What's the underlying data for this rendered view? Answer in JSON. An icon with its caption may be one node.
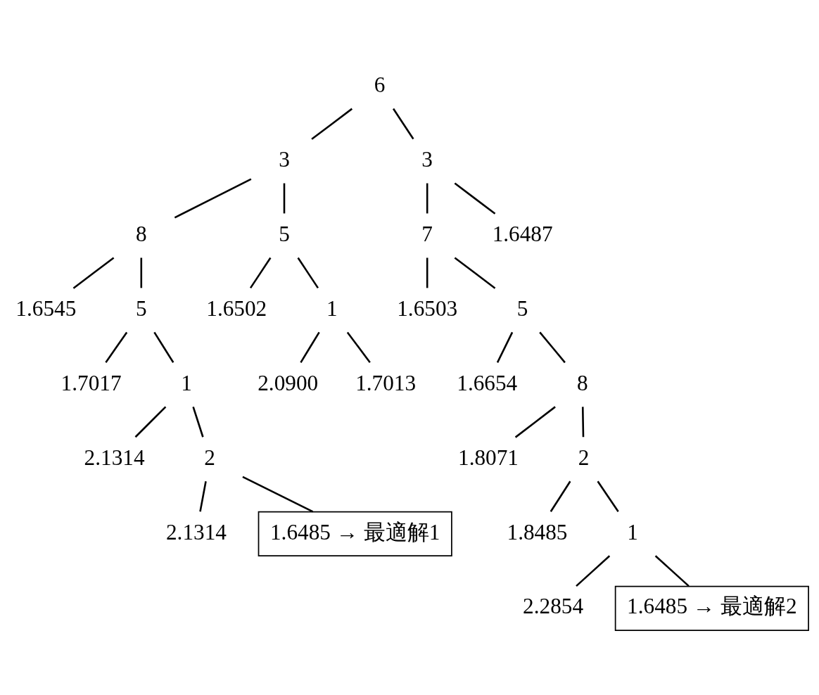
{
  "diagram": {
    "nodes": [
      {
        "text": [
          "6"
        ]
      },
      {
        "text": [
          "3"
        ]
      },
      {
        "text": [
          "3"
        ]
      },
      {
        "text": [
          "8"
        ]
      },
      {
        "text": [
          "5"
        ]
      },
      {
        "text": [
          "7"
        ]
      },
      {
        "text": [
          "1.6487"
        ]
      },
      {
        "text": [
          "1.6545"
        ]
      },
      {
        "text": [
          "5"
        ]
      },
      {
        "text": [
          "1.6502"
        ]
      },
      {
        "text": [
          "1"
        ]
      },
      {
        "text": [
          "1.6503"
        ]
      },
      {
        "text": [
          "5"
        ]
      },
      {
        "text": [
          "1.7017"
        ]
      },
      {
        "text": [
          "1"
        ]
      },
      {
        "text": [
          "2.0900"
        ]
      },
      {
        "text": [
          "1.7013"
        ]
      },
      {
        "text": [
          "1.6654"
        ]
      },
      {
        "text": [
          "8"
        ]
      },
      {
        "text": [
          "2.1314"
        ]
      },
      {
        "text": [
          "2"
        ]
      },
      {
        "text": [
          "1.8071"
        ]
      },
      {
        "text": [
          "2"
        ]
      },
      {
        "text": [
          "1.8485"
        ]
      },
      {
        "text": [
          "1"
        ]
      },
      {
        "text": [
          "2.1314"
        ]
      },
      {
        "text": [
          "1.6485 → 最適解1"
        ]
      },
      {
        "text": [
          "2.2854"
        ]
      },
      {
        "text": [
          "1.6485 → 最適解2"
        ]
      }
    ],
    "edges": [
      {
        "from": 0,
        "to": 1,
        "arrow": "none"
      },
      {
        "from": 0,
        "to": 2,
        "arrow": "none"
      },
      {
        "from": 1,
        "to": 3,
        "arrow": "none"
      },
      {
        "from": 1,
        "to": 4,
        "arrow": "none"
      },
      {
        "from": 3,
        "to": 7,
        "arrow": "none"
      },
      {
        "from": 3,
        "to": 8,
        "arrow": "none"
      },
      {
        "from": 4,
        "to": 9,
        "arrow": "none"
      },
      {
        "from": 4,
        "to": 10,
        "arrow": "none"
      },
      {
        "from": 8,
        "to": 13,
        "arrow": "none"
      },
      {
        "from": 8,
        "to": 14,
        "arrow": "none"
      },
      {
        "from": 10,
        "to": 15,
        "arrow": "none"
      },
      {
        "from": 10,
        "to": 16,
        "arrow": "none"
      },
      {
        "from": 14,
        "to": 19,
        "arrow": "none"
      },
      {
        "from": 14,
        "to": 20,
        "arrow": "none"
      },
      {
        "from": 20,
        "to": 25,
        "arrow": "none"
      },
      {
        "from": 20,
        "to": 26,
        "arrow": "none"
      },
      {
        "from": 2,
        "to": 5,
        "arrow": "none"
      },
      {
        "from": 2,
        "to": 6,
        "arrow": "none"
      },
      {
        "from": 5,
        "to": 12,
        "arrow": "none"
      },
      {
        "from": 5,
        "to": 11,
        "arrow": "none"
      },
      {
        "from": 12,
        "to": 18,
        "arrow": "none"
      },
      {
        "from": 12,
        "to": 17,
        "arrow": "none"
      },
      {
        "from": 18,
        "to": 21,
        "arrow": "none"
      },
      {
        "from": 18,
        "to": 22,
        "arrow": "none"
      },
      {
        "from": 22,
        "to": 23,
        "arrow": "none"
      },
      {
        "from": 22,
        "to": 24,
        "arrow": "none"
      },
      {
        "from": 24,
        "to": 27,
        "arrow": "none"
      },
      {
        "from": 24,
        "to": 28,
        "arrow": "none"
      }
    ]
  }
}
